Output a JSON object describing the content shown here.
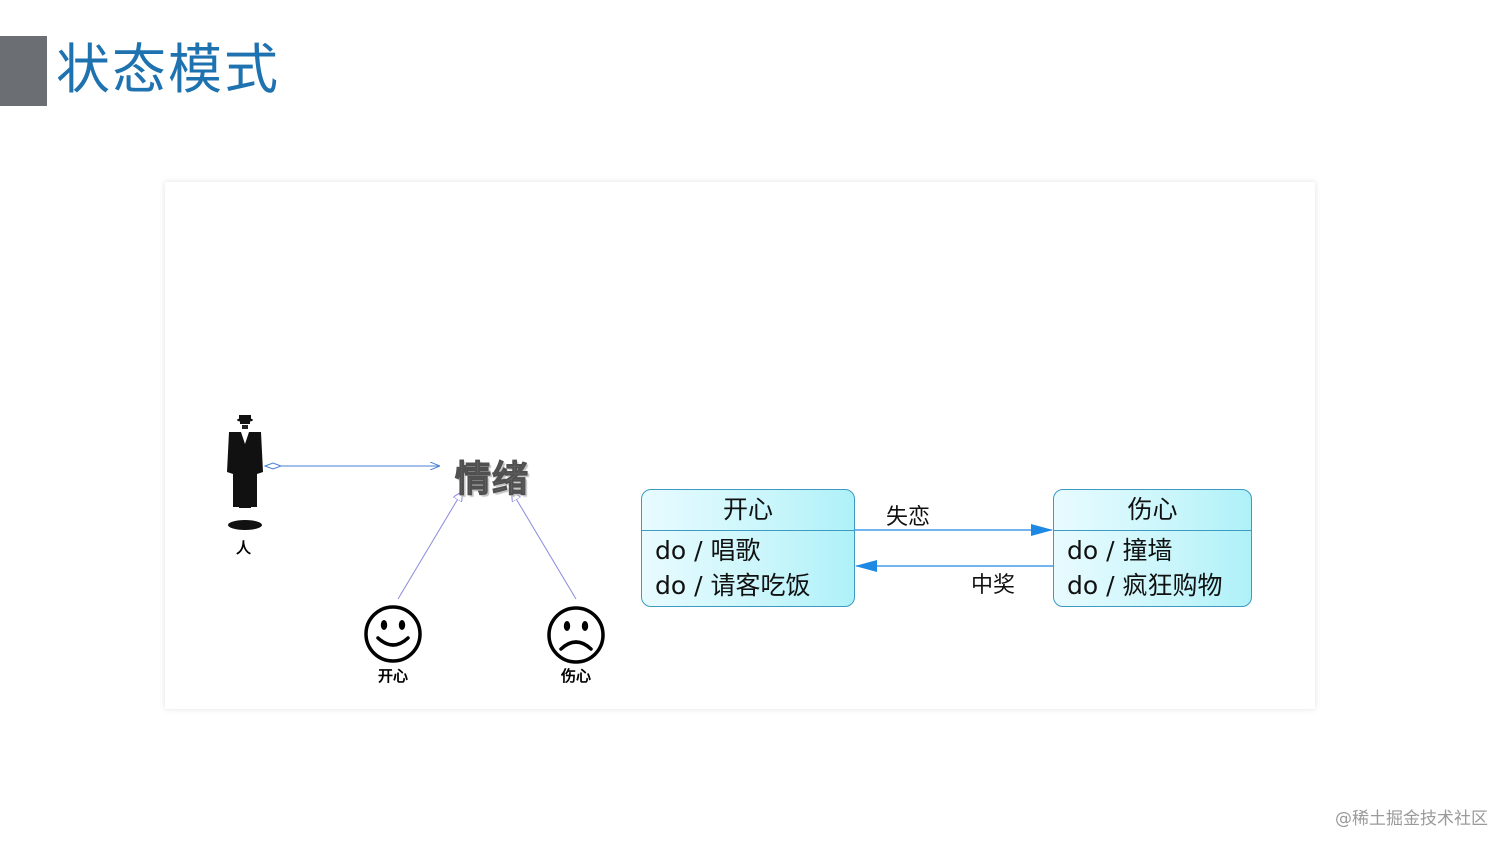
{
  "slide": {
    "title": "状态模式",
    "watermark": "@稀土掘金技术社区"
  },
  "left_diagram": {
    "person_label": "人",
    "emotion_label": "情绪",
    "happy_label": "开心",
    "sad_label": "伤心"
  },
  "state_machine": {
    "states": [
      {
        "name": "开心",
        "actions": [
          "do / 唱歌",
          "do / 请客吃饭"
        ]
      },
      {
        "name": "伤心",
        "actions": [
          "do / 撞墙",
          "do / 疯狂购物"
        ]
      }
    ],
    "transitions": [
      {
        "label": "失恋",
        "from": "开心",
        "to": "伤心"
      },
      {
        "label": "中奖",
        "from": "伤心",
        "to": "开心"
      }
    ]
  },
  "colors": {
    "title": "#1f72b0",
    "title_bar": "#6b6e73",
    "arrow": "#1e88e5",
    "state_border": "#3d9ac2"
  }
}
